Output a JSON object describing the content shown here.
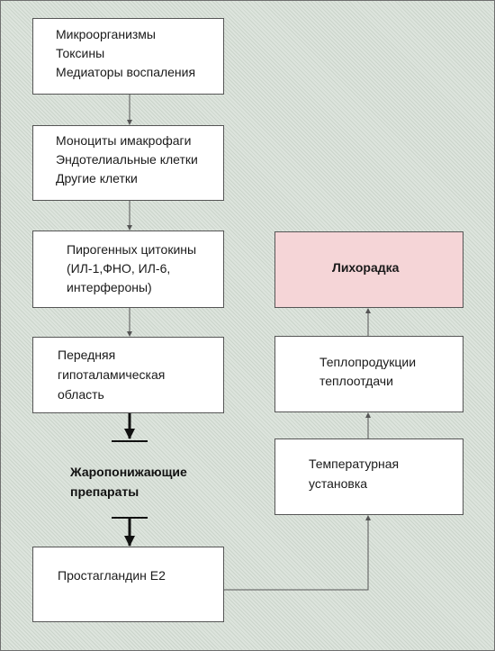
{
  "boxes": {
    "causes": {
      "lines": [
        "Микроорганизмы",
        "Токсины",
        "Медиаторы воспаления"
      ]
    },
    "cells": {
      "lines": [
        "Моноциты имакрофаги",
        "Эндотелиальные клетки",
        "Другие клетки"
      ]
    },
    "cytokines": {
      "lines": [
        "Пирогенных цитокины",
        "(ИЛ-1,ФНО, ИЛ-6,",
        "интерфероны)"
      ]
    },
    "hypothalamus": {
      "lines": [
        "Передняя",
        "гипоталамическая",
        "область"
      ]
    },
    "prostaglandin": {
      "lines": [
        "Простагландин Е2"
      ]
    },
    "setpoint": {
      "lines": [
        "Температурная",
        "установка"
      ]
    },
    "heat": {
      "lines": [
        "Теплопродукции",
        "теплоотдачи"
      ]
    },
    "fever": {
      "lines": [
        "Лихорадка"
      ]
    }
  },
  "drugs": {
    "lines": [
      "Жаропонижающие",
      "препараты"
    ]
  },
  "colors": {
    "background": "#dde4dd",
    "box": "#ffffff",
    "fever_box": "#f5d5d7",
    "connector": "#555555",
    "block_arrow": "#111111"
  }
}
